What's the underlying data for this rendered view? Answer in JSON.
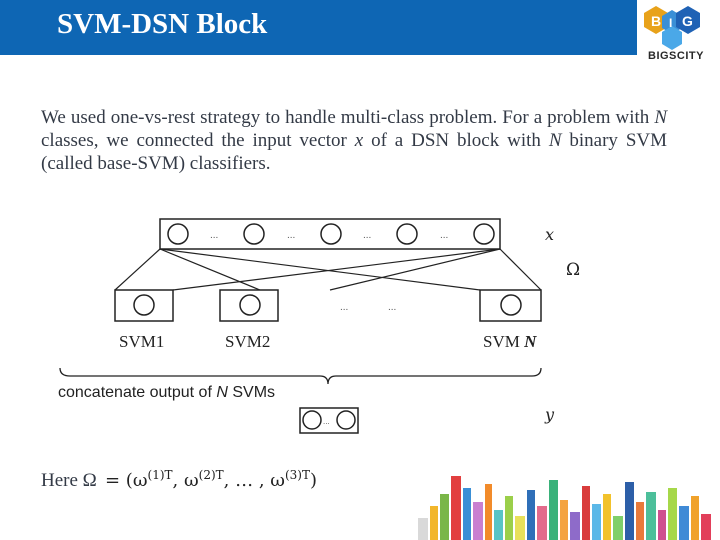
{
  "header": {
    "title": "SVM-DSN Block",
    "logo_text": "BIGSCITY"
  },
  "paragraph": {
    "part1": "We used one-vs-rest strategy to handle multi-class problem. For a problem with ",
    "N1": "N",
    "part2": " classes, we connected the input vector ",
    "x": "x",
    "part3": " of a DSN block with ",
    "N2": "N",
    "part4": " binary SVM (called base-SVM) classifiers."
  },
  "diagram": {
    "input_label": "x",
    "omega_label": "Ω",
    "output_label": "y",
    "svm_labels": {
      "svm1": "SVM1",
      "svm2": "SVM2",
      "svmN_prefix": "SVM ",
      "svmN_var": "N"
    },
    "ellipsis": "...",
    "concat_prefix": "concatenate output of ",
    "concat_var": "N",
    "concat_suffix": " SVMs"
  },
  "footer": {
    "here": "Here Ω",
    "formula_open": "= (ω",
    "sup1": "(1)T",
    "mid1": ", ω",
    "sup2": "(2)T",
    "mid2": ", … , ω",
    "sup3": "(3)T",
    "close": ")"
  }
}
